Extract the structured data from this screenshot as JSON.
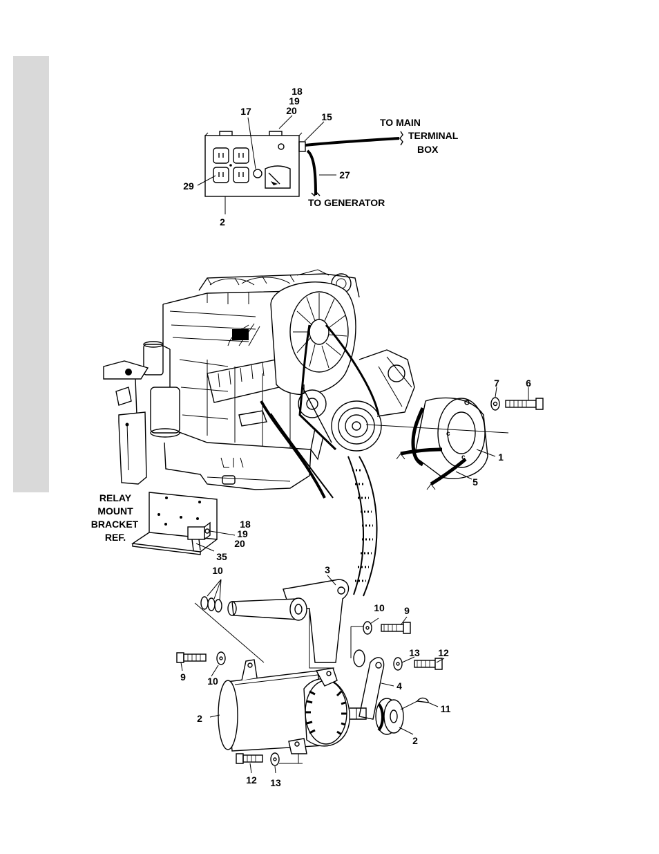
{
  "captions": {
    "to_main_1": "TO MAIN",
    "to_main_2": "TERMINAL",
    "to_main_3": "BOX",
    "to_generator": "TO GENERATOR",
    "relay_1": "RELAY",
    "relay_2": "MOUNT",
    "relay_3": "BRACKET",
    "relay_4": "REF."
  },
  "callouts": {
    "box_18": "18",
    "box_19": "19",
    "box_20": "20",
    "box_17": "17",
    "box_15": "15",
    "box_27": "27",
    "box_29": "29",
    "box_2": "2",
    "pulley_7": "7",
    "pulley_6": "6",
    "pulley_1": "1",
    "belt_5": "5",
    "relay_18": "18",
    "relay_19": "19",
    "relay_20": "20",
    "relay_35": "35",
    "bracket_10": "10",
    "bracket_3": "3",
    "bolt_10": "10",
    "bolt_9": "9",
    "left_9": "9",
    "left_10": "10",
    "right_13": "13",
    "right_12": "12",
    "arm_4": "4",
    "gen_2": "2",
    "key_11": "11",
    "pulley_2": "2",
    "bottom_12": "12",
    "bottom_13": "13"
  }
}
